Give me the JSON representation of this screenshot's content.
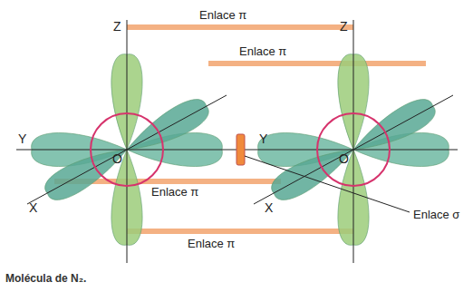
{
  "diagram": {
    "caption": "Molécula de N₂.",
    "labels": [
      "Z",
      "Z",
      "Enlace π",
      "Enlace π",
      "Y",
      "Y",
      "O",
      "O",
      "X",
      "X",
      "Enlace π",
      "Enlace π",
      "Enlace σ"
    ]
  }
}
